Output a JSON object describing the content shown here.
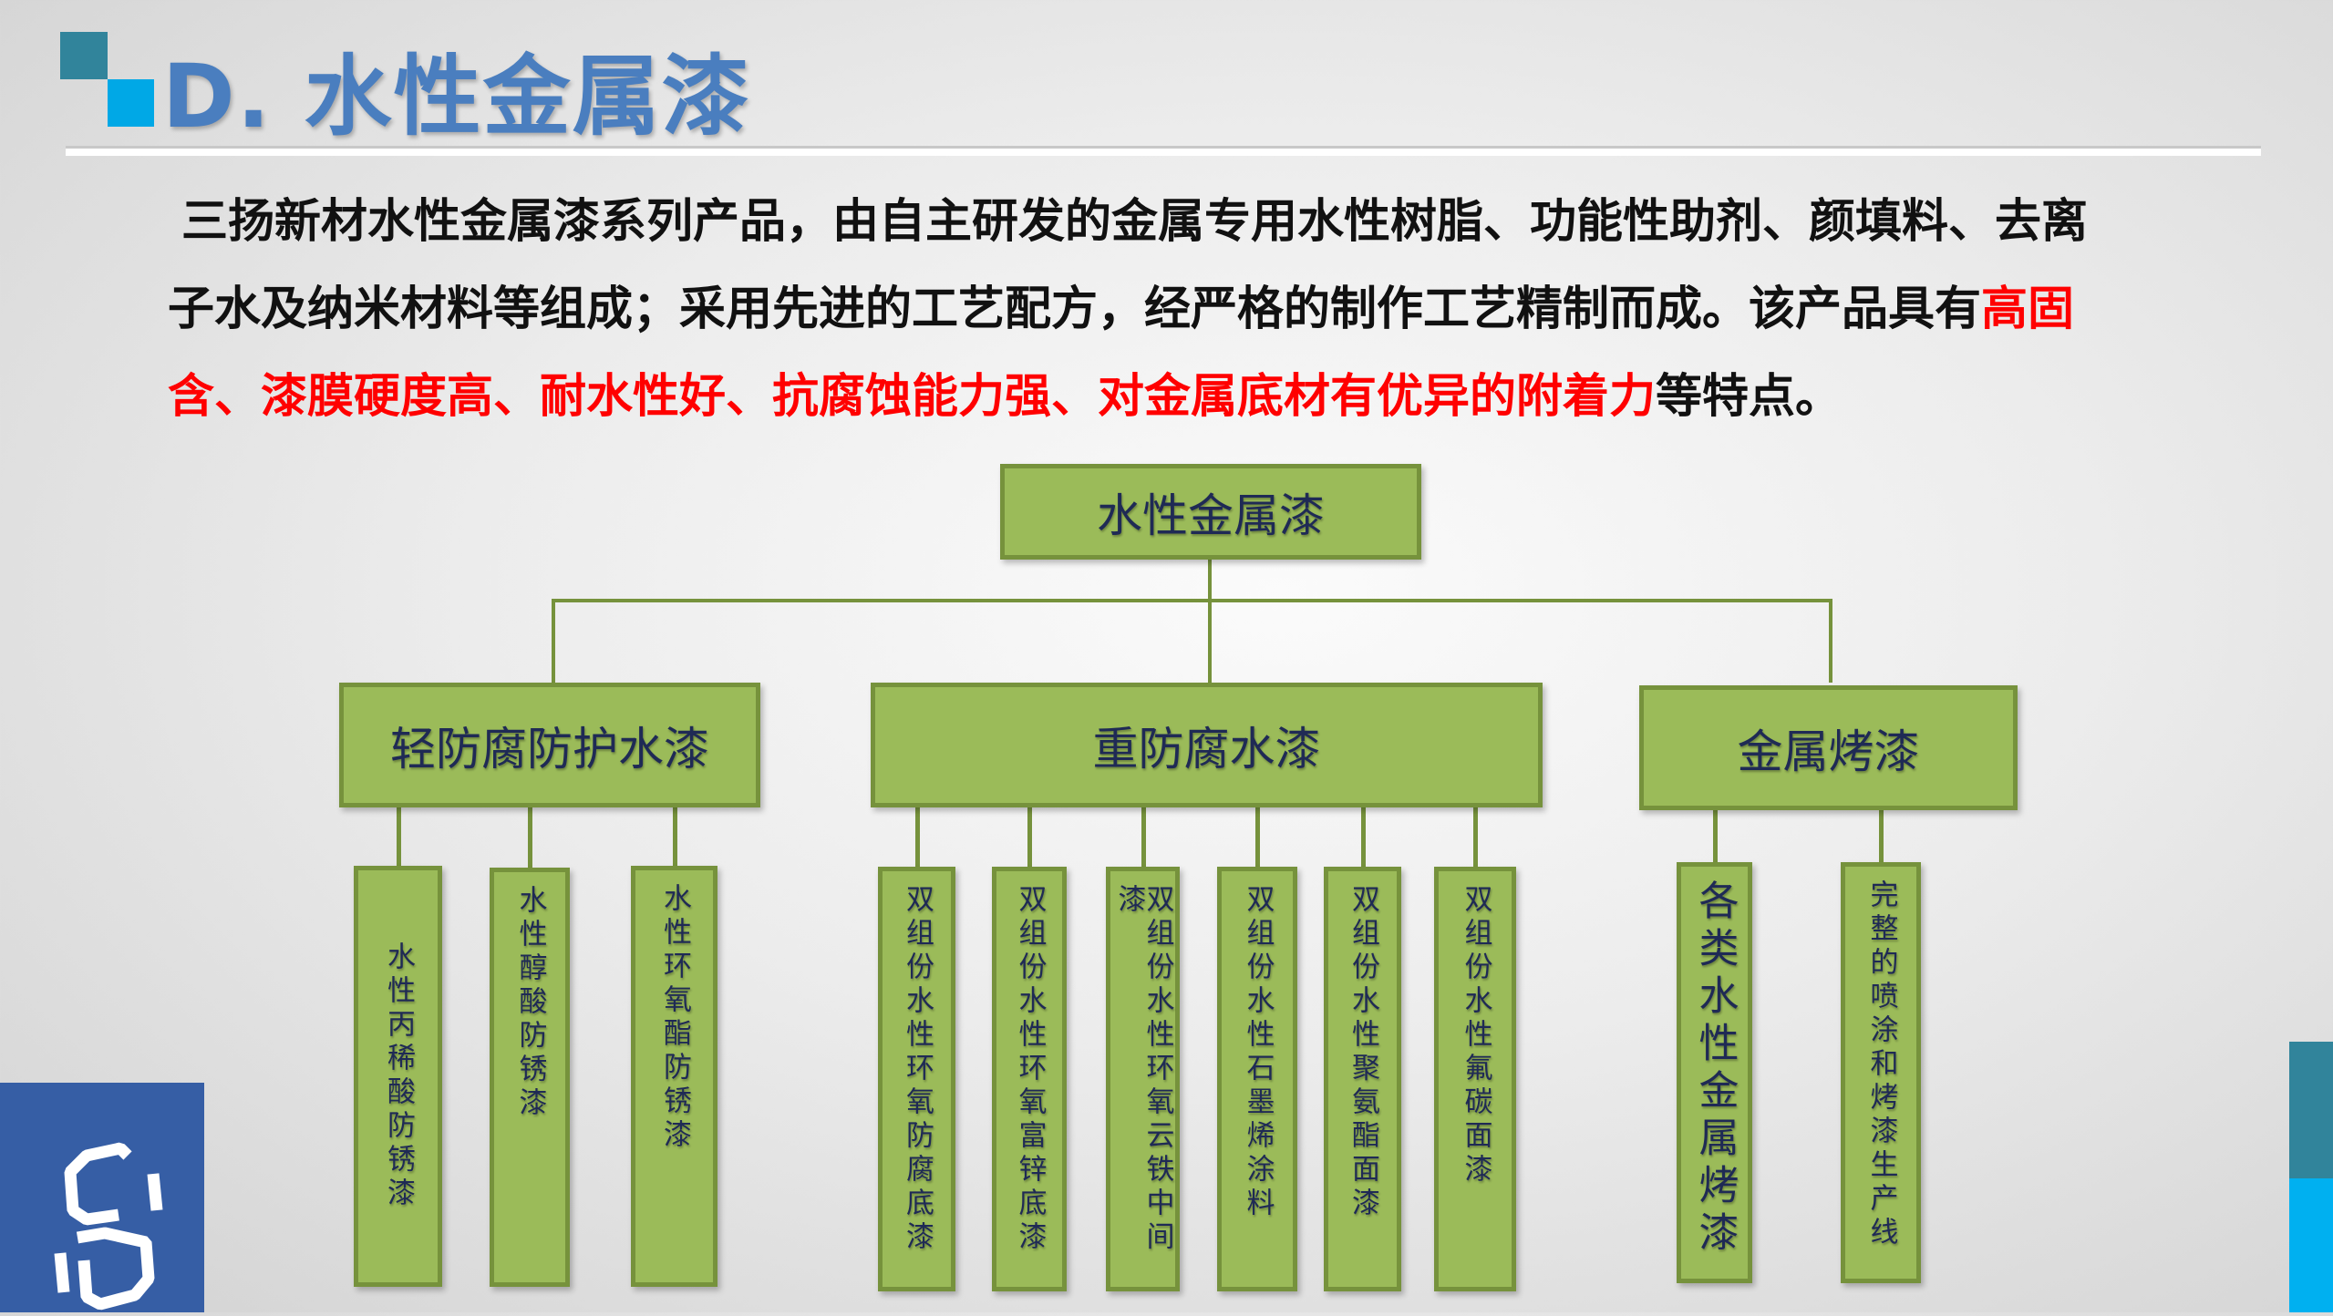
{
  "header": {
    "title": "D. 水性金属漆",
    "accent_colors": [
      "#31849b",
      "#00a8e6"
    ]
  },
  "intro": {
    "lines": [
      [
        {
          "text": "三扬新材水性金属漆系列产品，由自主研发的金属专用水性树脂、功能性助剂、颜填料、去离",
          "red": false
        }
      ],
      [
        {
          "text": "子水及纳米材料等组成；采用先进的工艺配方，经严格的制作工艺精制而成。该产品具有",
          "red": false
        },
        {
          "text": "高固",
          "red": true
        }
      ],
      [
        {
          "text": "含、漆膜硬度高、耐水性好、抗腐蚀能力强、对金属底材有优异的附着力",
          "red": true
        },
        {
          "text": "等特点。",
          "red": false
        }
      ]
    ]
  },
  "diagram": {
    "root": "水性金属漆",
    "categories": [
      {
        "label": "轻防腐防护水漆",
        "items": [
          "水性丙稀酸防锈漆",
          "水性醇酸防锈漆",
          "水性环氧酯防锈漆"
        ]
      },
      {
        "label": "重防腐水漆",
        "items": [
          "双组份水性环氧防腐底漆",
          "双组份水性环氧富锌底漆",
          "双组份水性环氧云铁中间漆",
          "双组份水性石墨烯涂料",
          "双组份水性聚氨酯面漆",
          "双组份水性氟碳面漆"
        ]
      },
      {
        "label": "金属烤漆",
        "items": [
          "各类水性金属烤漆",
          "完整的喷涂和烤漆生产线"
        ]
      }
    ],
    "colors": {
      "fill": "#9bbb59",
      "border": "#76923c",
      "text": "#1f2a55"
    }
  },
  "logo": {
    "name": "company-logo",
    "color": "#365ea5"
  }
}
